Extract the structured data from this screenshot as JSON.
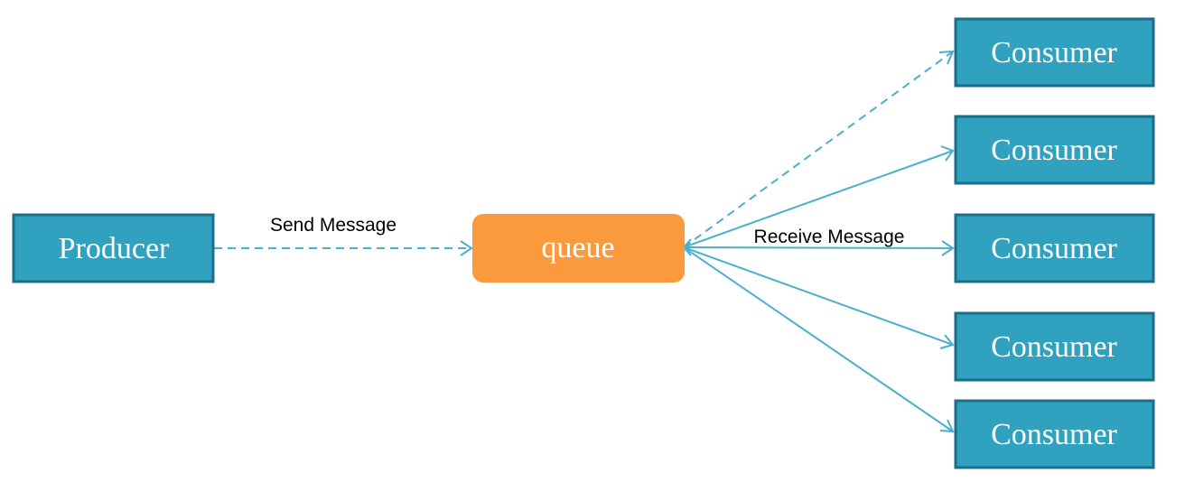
{
  "colors": {
    "node_fill": "#31a1c0",
    "node_stroke": "#1c6d8a",
    "queue_fill": "#fb9a3c",
    "arrow": "#4aafcc",
    "text_light": "#ffffff",
    "text_dark": "#000000"
  },
  "producer": {
    "label": "Producer"
  },
  "queue": {
    "label": "queue"
  },
  "consumers": [
    {
      "label": "Consumer"
    },
    {
      "label": "Consumer"
    },
    {
      "label": "Consumer"
    },
    {
      "label": "Consumer"
    },
    {
      "label": "Consumer"
    }
  ],
  "edges": {
    "send_label": "Send Message",
    "receive_label": "Receive Message"
  }
}
